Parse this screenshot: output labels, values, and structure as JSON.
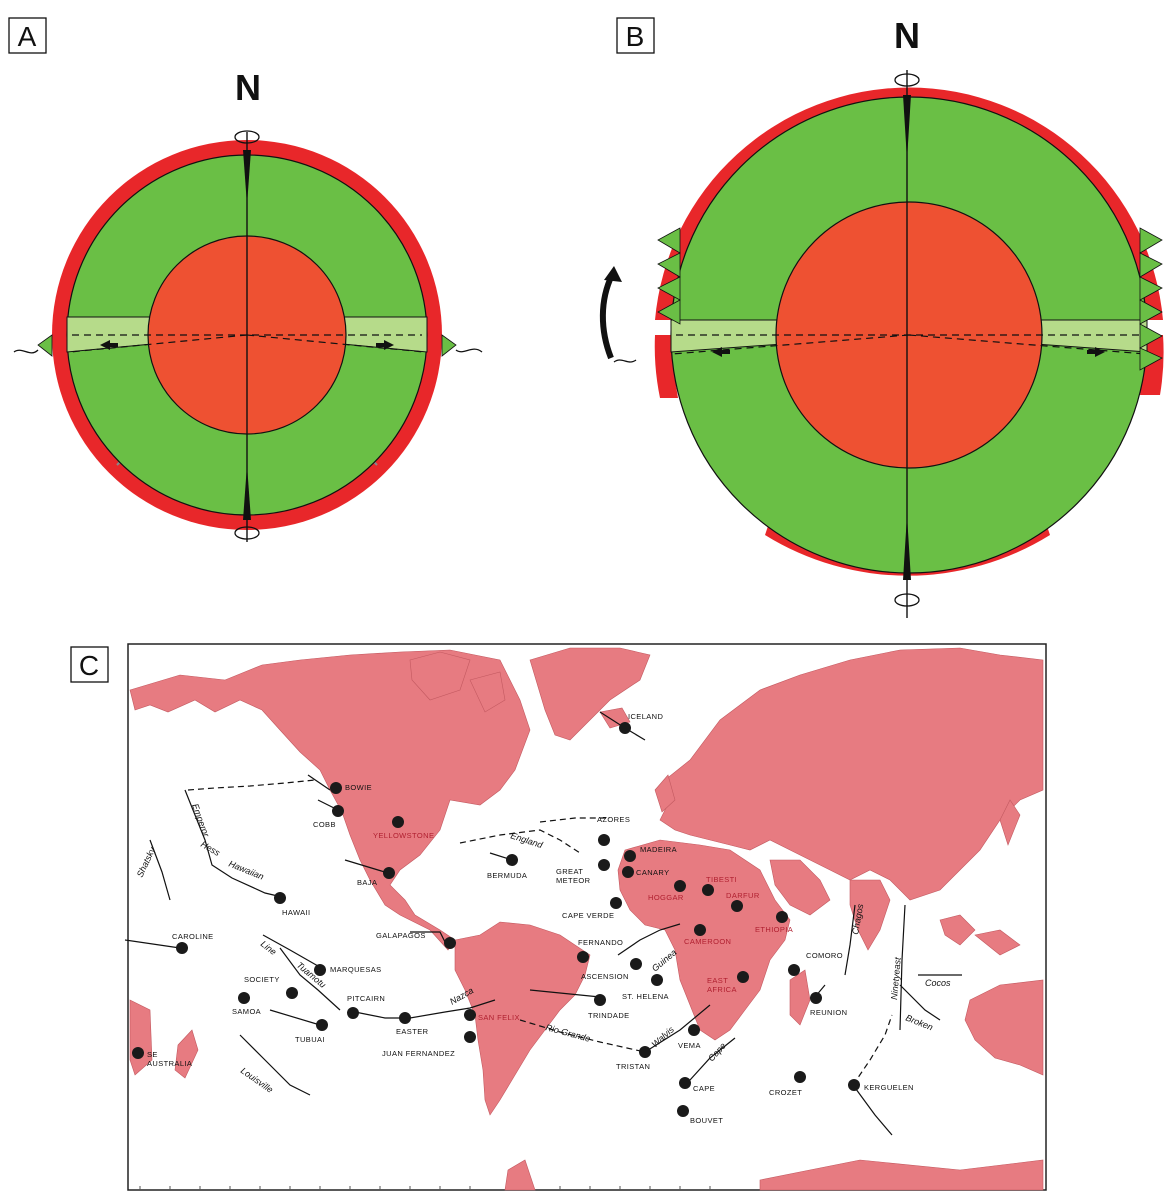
{
  "panels": {
    "a": {
      "letter": "A",
      "north": "N"
    },
    "b": {
      "letter": "B",
      "north": "N"
    },
    "c": {
      "letter": "C"
    }
  },
  "colors": {
    "crust": "#e8272a",
    "mantle": "#6abf45",
    "rift": "#b6db8a",
    "core": "#ee5132",
    "land": "#e77b81",
    "ink": "#111111"
  },
  "map": {
    "hotspots": {
      "iceland": "ICELAND",
      "bowie": "BOWIE",
      "cobb": "COBB",
      "yellowstone": "YELLOWSTONE",
      "azores": "AZORES",
      "madeira": "MADEIRA",
      "canary": "CANARY",
      "great_meteor": "GREAT\nMETEOR",
      "bermuda": "BERMUDA",
      "baja": "BAJA",
      "hawaii": "HAWAII",
      "tibesti": "TIBESTI",
      "hoggar": "HOGGAR",
      "darfur": "DARFUR",
      "ethiopia": "ETHIOPIA",
      "cape_verde": "CAPE VERDE",
      "cameroon": "CAMEROON",
      "galapagos": "GALAPAGOS",
      "fernando": "FERNANDO",
      "ascension": "ASCENSION",
      "caroline": "CAROLINE",
      "marquesas": "MARQUESAS",
      "society": "SOCIETY",
      "samoa": "SAMOA",
      "pitcairn": "PITCAIRN",
      "easter": "EASTER",
      "san_felix": "SAN FELIX",
      "juan_fernandez": "JUAN FERNANDEZ",
      "tubuai": "TUBUAI",
      "st_helena": "ST. HELENA",
      "trindade": "TRINDADE",
      "east_africa": "EAST\nAFRICA",
      "comoro": "COMORO",
      "reunion": "REUNION",
      "se_australia": "SE\nAUSTRALIA",
      "vema": "VEMA",
      "tristan": "TRISTAN",
      "cape": "CAPE",
      "crozet": "CROZET",
      "kerguelen": "KERGUELEN",
      "bouvet": "BOUVET"
    },
    "tracks": {
      "emperor": "Emperor",
      "hess": "Hess",
      "hawaiian": "Hawaiian",
      "shatsky": "Shatsky",
      "line": "Line",
      "tuamotu": "Tuamotu",
      "louisville": "Louisville",
      "nazca": "Nazca",
      "rio_grande": "Rio Grande",
      "new_england": "England",
      "guinea": "Guinea",
      "walvis": "Walvis",
      "cape": "Cape",
      "chagos": "Chagos",
      "ninetyeast": "Ninetyeast",
      "broken": "Broken",
      "cocos": "Cocos"
    }
  }
}
